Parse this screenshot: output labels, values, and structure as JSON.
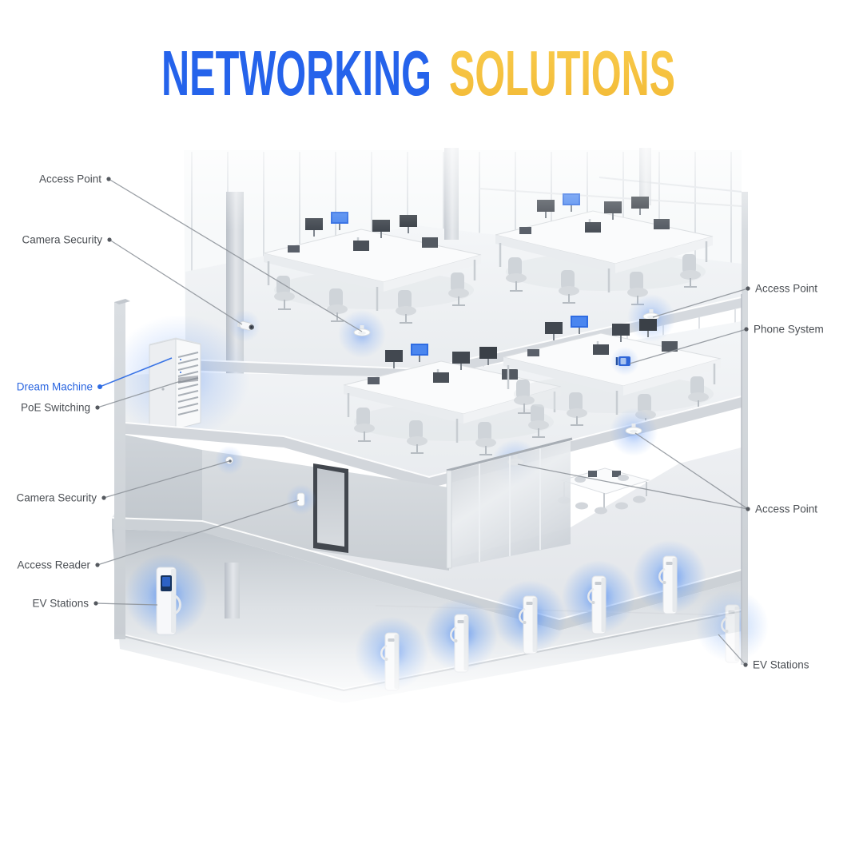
{
  "title": {
    "word1": "NETWORKING",
    "word2": "SOLUTIONS"
  },
  "palette": {
    "title_word1_color": "#2563EB",
    "title_word2_color": "#F6C443",
    "accent_glow_blue": "#4C86F0",
    "label_text_color": "#4B4F54",
    "dream_machine_label_color": "#2B66E0"
  },
  "labels": {
    "left": [
      {
        "text": "Access Point"
      },
      {
        "text": "Camera Security"
      },
      {
        "text": "Dream Machine"
      },
      {
        "text": "PoE Switching"
      },
      {
        "text": "Camera Security"
      },
      {
        "text": "Access Reader"
      },
      {
        "text": "EV Stations"
      }
    ],
    "right": [
      {
        "text": "Access Point"
      },
      {
        "text": "Phone System"
      },
      {
        "text": "Access Point"
      },
      {
        "text": "EV Stations"
      }
    ]
  }
}
